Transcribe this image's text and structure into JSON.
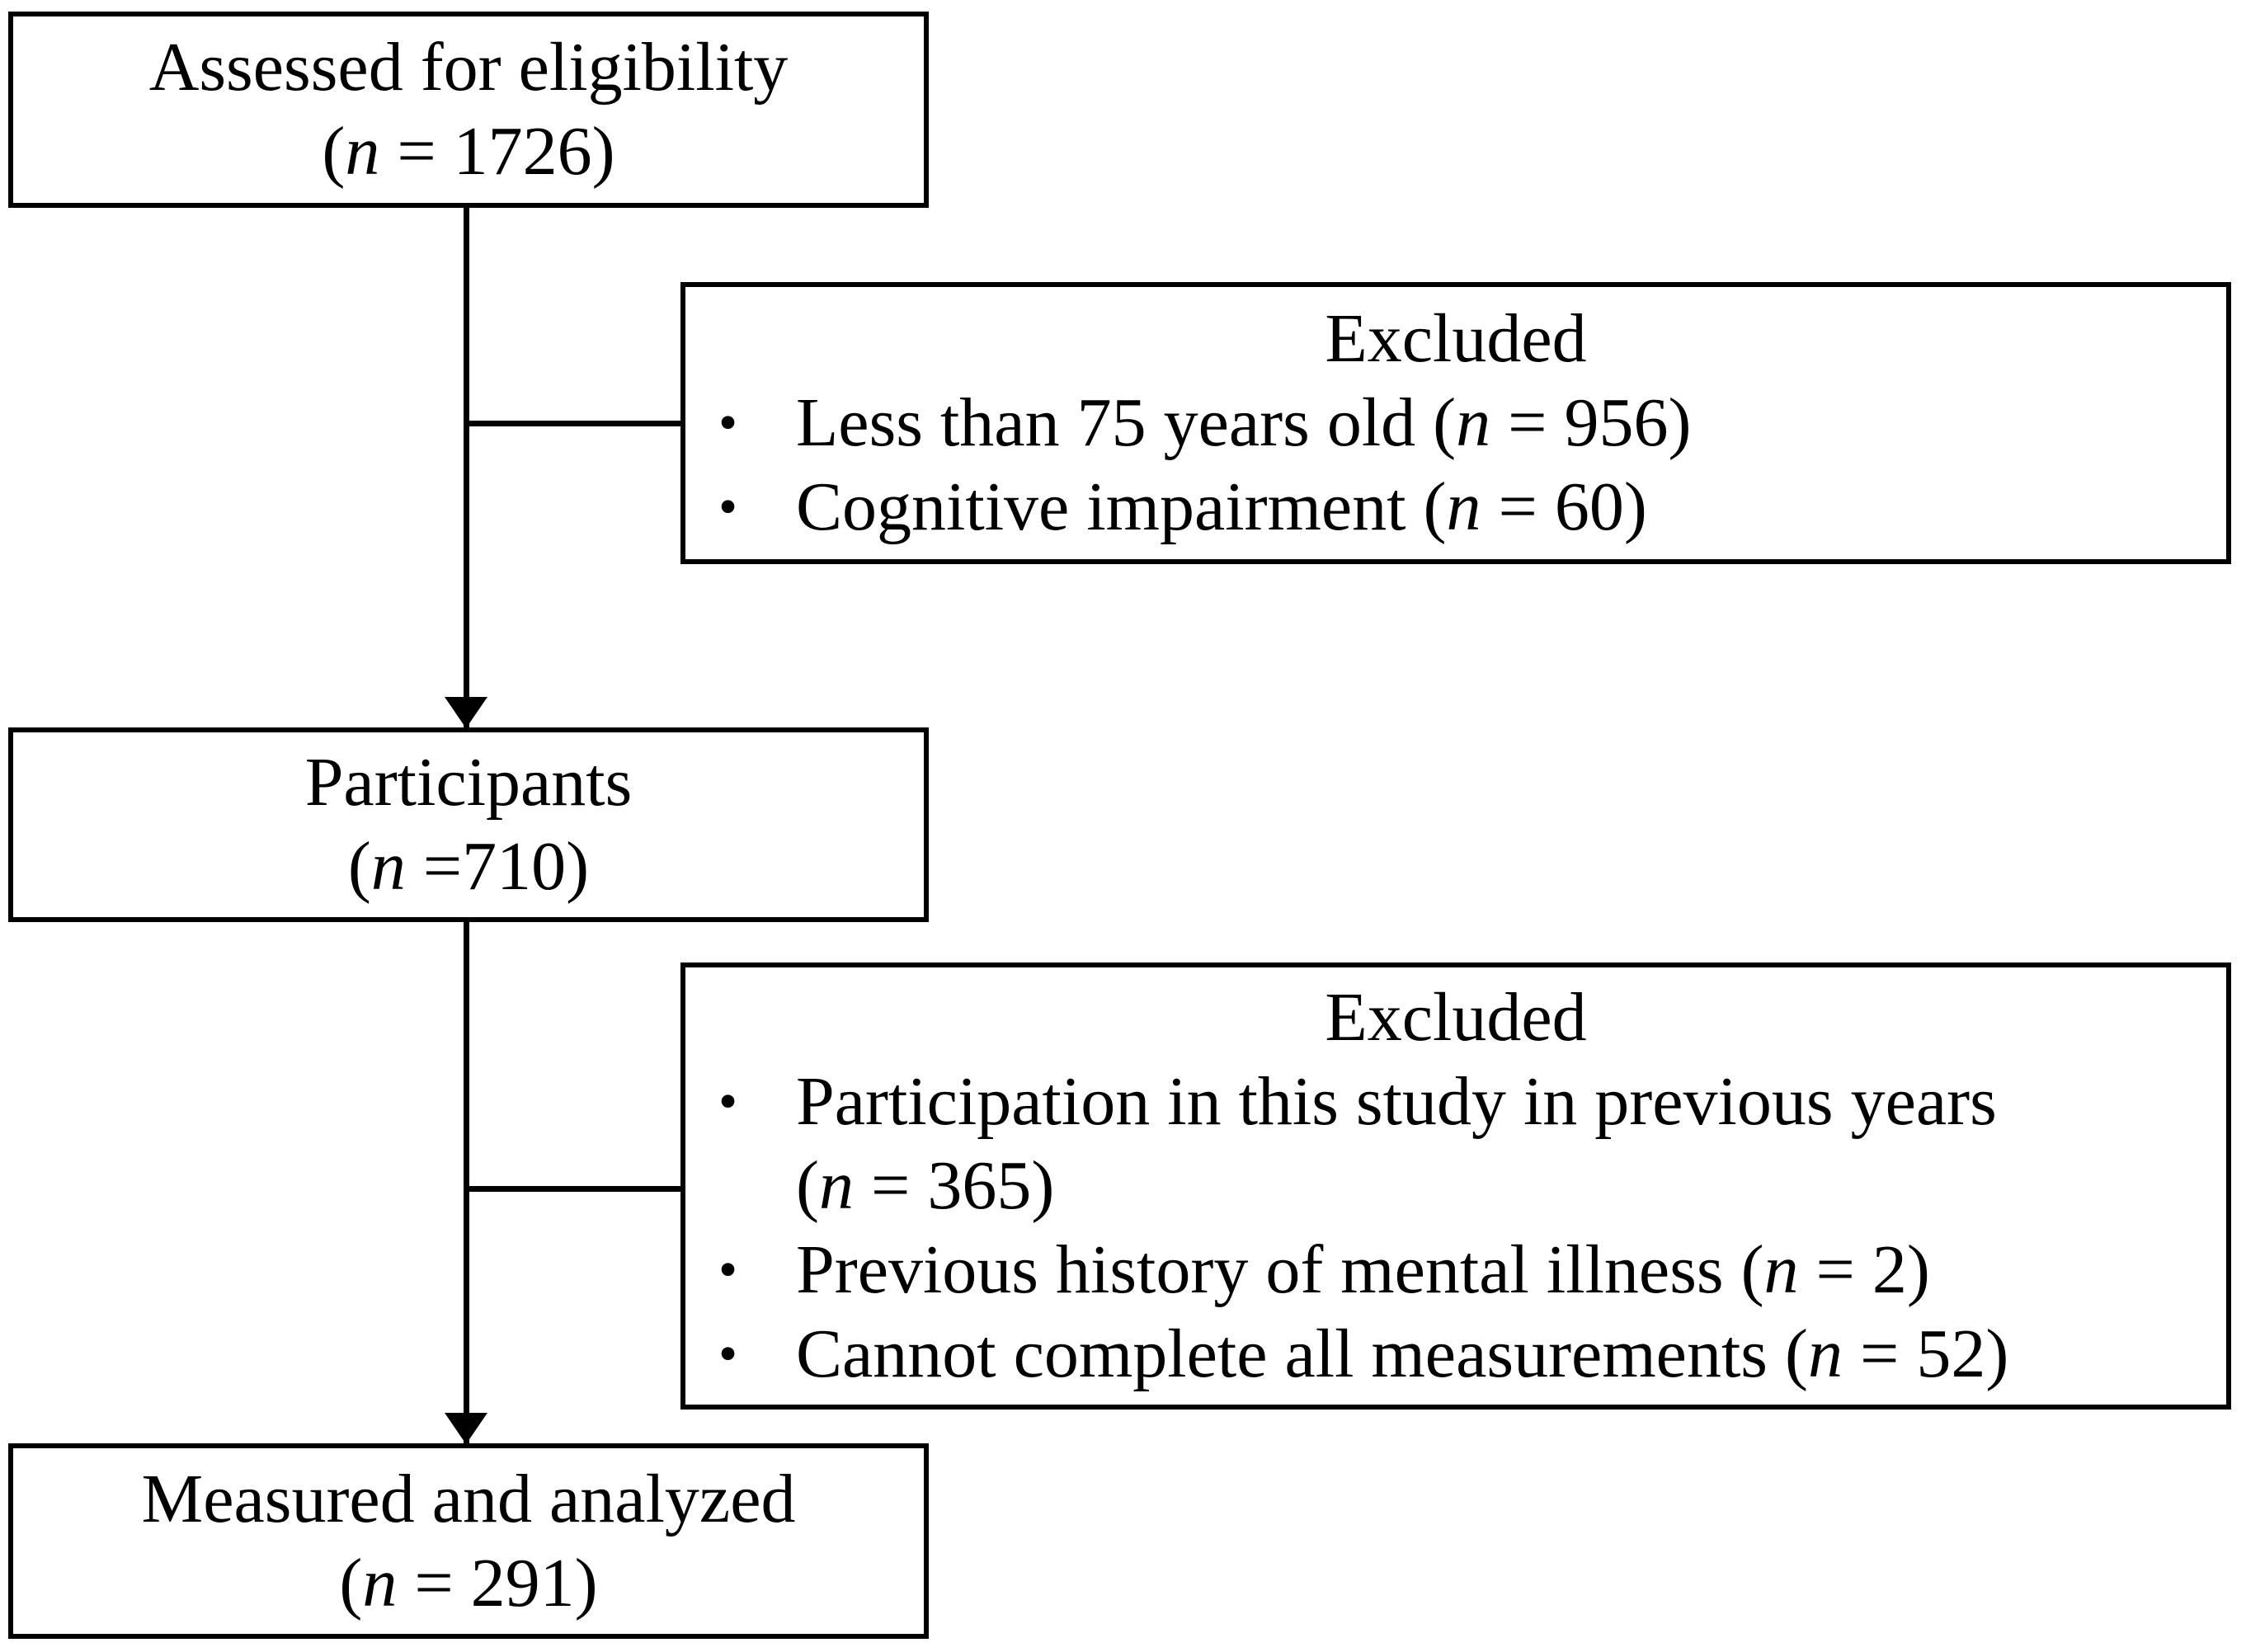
{
  "theme": {
    "line_color": "#000000",
    "background_color": "#ffffff"
  },
  "flowchart": {
    "bullet_char": "•",
    "boxes": [
      {
        "id": "assessed",
        "title": "Assessed for eligibility",
        "count_open": "(",
        "count_var": "n",
        "count_rest": " = 1726)"
      },
      {
        "id": "excluded1",
        "title": "Excluded",
        "items": [
          {
            "before": "Less than 75 years old (",
            "var": "n",
            "after": " = 956)"
          },
          {
            "before": "Cognitive impairment (",
            "var": "n",
            "after": " = 60)"
          }
        ]
      },
      {
        "id": "participants",
        "title": "Participants",
        "count_open": "(",
        "count_var": "n",
        "count_rest": " =710)"
      },
      {
        "id": "excluded2",
        "title": "Excluded",
        "items": [
          {
            "before": "Participation in this study in previous years",
            "open": "(",
            "var": "n",
            "after": " = 365)"
          },
          {
            "before": "Previous history of mental illness (",
            "var": "n",
            "after": " = 2)"
          },
          {
            "before": "Cannot complete all measurements (",
            "var": "n",
            "after": " = 52)"
          }
        ]
      },
      {
        "id": "measured",
        "title": "Measured and analyzed",
        "count_open": "(",
        "count_var": "n",
        "count_rest": " = 291)"
      }
    ]
  }
}
